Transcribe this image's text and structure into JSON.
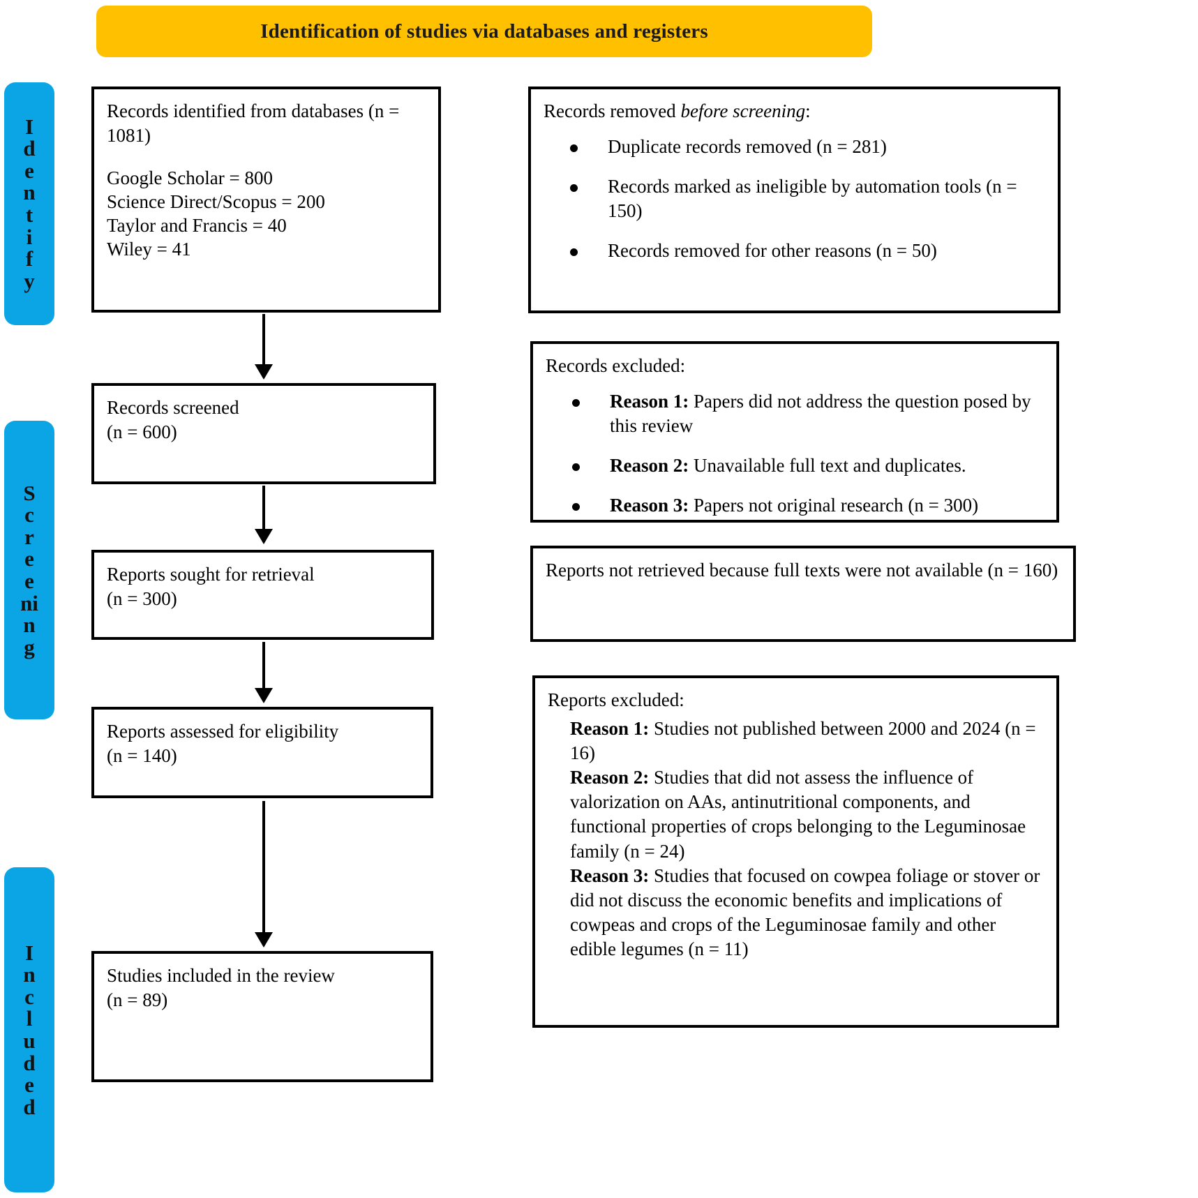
{
  "header": {
    "title": "Identification of studies via databases and registers",
    "band_color": "#FFC000"
  },
  "stages": {
    "accent_color": "#0BA4E4",
    "identify": {
      "label": "Identify",
      "letters": [
        "I",
        "d",
        "e",
        "n",
        "t",
        "i",
        "f",
        "y"
      ]
    },
    "screening": {
      "label": "Screening",
      "letters": [
        "S",
        "c",
        "r",
        "e",
        "e",
        "ni",
        "n",
        "g"
      ]
    },
    "included": {
      "label": "Included",
      "letters": [
        "I",
        "n",
        "c",
        "l",
        "u",
        "d",
        "e",
        "d"
      ]
    }
  },
  "flow": {
    "identified": {
      "title": "Records identified from databases (n = 1081)",
      "sources": [
        "Google Scholar =  800",
        "Science Direct/Scopus = 200",
        "Taylor and Francis = 40",
        "Wiley = 41"
      ]
    },
    "screened": {
      "title": "Records screened",
      "count": "(n = 600)"
    },
    "sought": {
      "title": "Reports sought for retrieval",
      "count": "(n = 300)"
    },
    "assessed": {
      "title": "Reports assessed for eligibility",
      "count": "(n = 140)"
    },
    "included": {
      "title": "Studies included in the review",
      "count": "(n = 89)"
    }
  },
  "exclusions": {
    "removed_before_screening": {
      "heading_lead": "Records removed ",
      "heading_italic": "before screening",
      "heading_tail": ":",
      "items": [
        "Duplicate records removed (n = 281)",
        "Records marked as ineligible by automation tools (n = 150)",
        "Records removed for other reasons (n = 50)"
      ]
    },
    "records_excluded": {
      "heading": "Records excluded:",
      "items": [
        {
          "label": "Reason 1:",
          "text": " Papers did not address the question posed by this review"
        },
        {
          "label": "Reason 2:",
          "text": " Unavailable full text and duplicates."
        },
        {
          "label": "Reason 3:",
          "text": " Papers not original research (n = 300)"
        }
      ]
    },
    "reports_not_retrieved": {
      "text": "Reports not retrieved because full texts were not available (n = 160)"
    },
    "reports_excluded": {
      "heading": "Reports excluded:",
      "items": [
        {
          "label": "Reason 1:",
          "text": " Studies not published between 2000 and 2024 (n = 16)"
        },
        {
          "label": "Reason 2:",
          "text": " Studies that did not assess the influence of valorization on AAs, antinutritional components, and functional properties of crops belonging to the Leguminosae family (n = 24)"
        },
        {
          "label": "Reason 3:",
          "text": " Studies that focused on cowpea foliage or stover or did not discuss the economic benefits and implications of cowpeas and crops of the Leguminosae family and other edible legumes (n = 11)"
        }
      ]
    }
  }
}
